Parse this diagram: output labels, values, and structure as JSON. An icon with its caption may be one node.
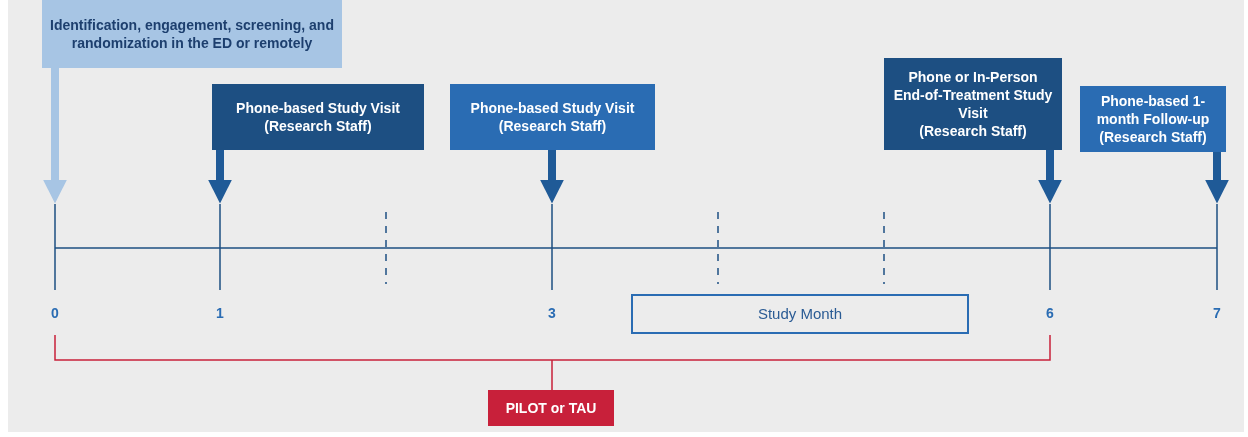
{
  "diagram": {
    "nodes": [
      {
        "text": [
          "Identification, engagement, screening, and randomization in the ED or remotely"
        ]
      },
      {
        "text": [
          "Phone-based Study Visit",
          "(Research Staff)"
        ]
      },
      {
        "text": [
          "Phone-based Study Visit",
          "(Research Staff)"
        ]
      },
      {
        "text": [
          "Phone or In-Person End-of-Treatment Study Visit",
          "(Research Staff)"
        ]
      },
      {
        "text": [
          "Phone-based 1-month Follow-up",
          "(Research Staff)"
        ]
      },
      {
        "text": [
          "Study Month"
        ]
      },
      {
        "text": [
          "PILOT or TAU"
        ]
      }
    ],
    "edges": [
      {
        "from": 0,
        "to": null,
        "arrow": "to",
        "color": "#a7c5e4"
      },
      {
        "from": 1,
        "to": null,
        "arrow": "to"
      },
      {
        "from": 2,
        "to": null,
        "arrow": "to"
      },
      {
        "from": 3,
        "to": null,
        "arrow": "to"
      },
      {
        "from": 4,
        "to": null,
        "arrow": "to"
      }
    ],
    "labels": [
      "0",
      "1",
      "3",
      "6",
      "7"
    ]
  }
}
